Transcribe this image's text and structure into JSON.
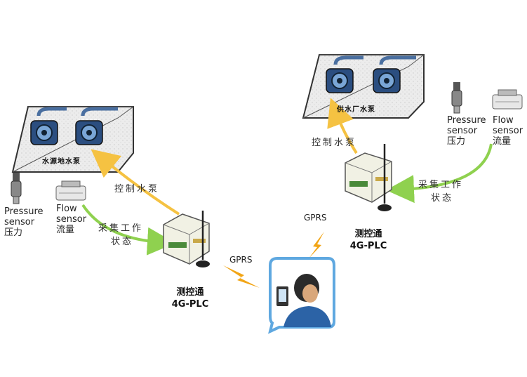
{
  "left": {
    "pump_station": "水源地水泵",
    "pressure_sensor": [
      "Pressure",
      "sensor",
      "压力"
    ],
    "flow_sensor": [
      "Flow",
      "sensor",
      "流量"
    ],
    "control_label": "控制水泵",
    "collect_label": [
      "采集工作",
      "状态"
    ],
    "plc_label": [
      "测控通",
      "4G-PLC"
    ],
    "link_label": "GPRS"
  },
  "right": {
    "pump_station": "供水厂水泵",
    "pressure_sensor": [
      "Pressure",
      "sensor",
      "压力"
    ],
    "flow_sensor": [
      "Flow",
      "sensor",
      "流量"
    ],
    "control_label": "控制水泵",
    "collect_label": [
      "采集工作",
      "状态"
    ],
    "plc_label": [
      "测控通",
      "4G-PLC"
    ],
    "link_label": "GPRS"
  },
  "colors": {
    "control_arrow": "#f5c242",
    "collect_arrow": "#8fd14f",
    "lightning": "#f2a516",
    "phone_bubble": "#5fa8e0"
  }
}
